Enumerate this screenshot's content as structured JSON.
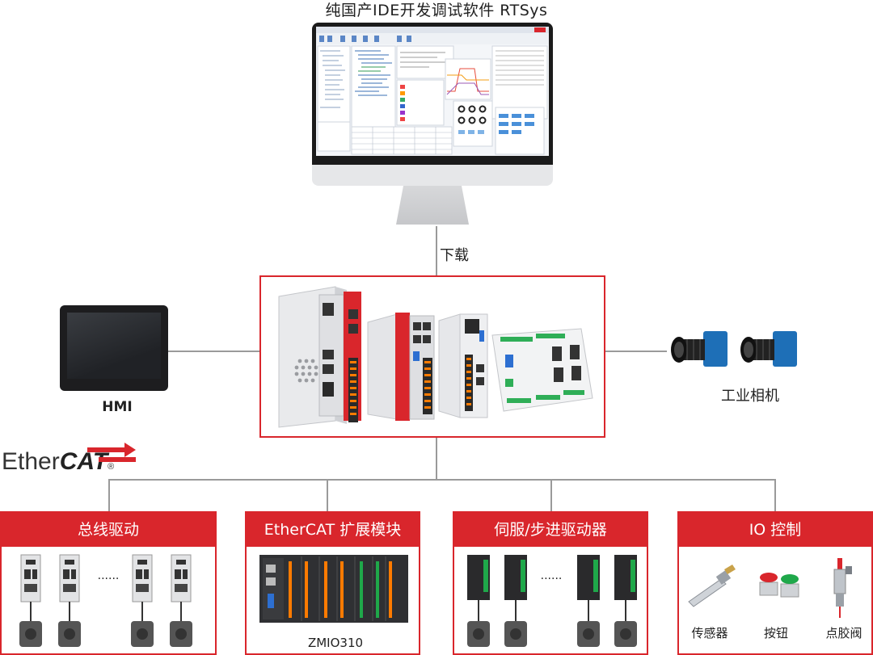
{
  "title": "纯国产IDE开发调试软件 RTSys",
  "download_label": "下载",
  "hmi_label": "HMI",
  "camera_label": "工业相机",
  "ethercat_logo": {
    "prefix": "Ether",
    "suffix": "CAT",
    "mark": "®"
  },
  "sections": [
    {
      "title": "总线驱动",
      "dots": "......"
    },
    {
      "title": "EtherCAT 扩展模块",
      "caption": "ZMIO310"
    },
    {
      "title": "伺服/步进驱动器",
      "dots": "......"
    },
    {
      "title": "IO 控制",
      "items": [
        "传感器",
        "按钮",
        "点胶阀"
      ]
    }
  ],
  "colors": {
    "accent": "#d9262c",
    "line": "#9a9a9a"
  }
}
